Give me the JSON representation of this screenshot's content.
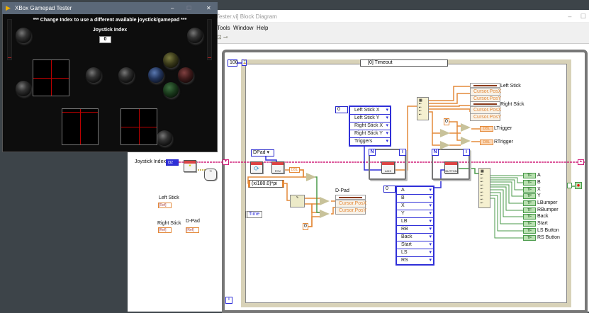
{
  "front_panel": {
    "title": "XBox Gamepad Tester",
    "instruction": "*** Change Index to use a different available joystick/gamepad ***",
    "joystick_index_label": "Joystick Index",
    "joystick_index_value": "0",
    "window_buttons": {
      "minimize": "–",
      "maximize": "☐",
      "close": "✕"
    }
  },
  "block_diagram": {
    "title": "Tester.vi] Block Diagram",
    "menu": [
      "Tools",
      "Window",
      "Help"
    ],
    "loop_timeout_const": "100",
    "event_case": "[0] Timeout",
    "joystick_index_label": "Joystick Index",
    "joystick_index_type": "I32",
    "left_stick_label": "Left Stick",
    "right_stick_label": "Right Stick",
    "dpad_label": "D-Pad",
    "ref_type": "[Ref]",
    "dpad_ring": "DPad",
    "formula": "(x/180.0)*pi",
    "time_label": "Time",
    "zero": "0",
    "dbl": "DBL",
    "cursor_posx": "Cursor.PosX",
    "cursor_posy": "Cursor.PosY",
    "axis_array_index": "0",
    "axis_items": [
      "Left Stick X",
      "Left Stick Y",
      "Right Stick X",
      "Right Stick Y",
      "Triggers"
    ],
    "button_array_index": "0",
    "button_items": [
      "A",
      "B",
      "X",
      "Y",
      "LB",
      "RB",
      "Back",
      "Start",
      "LS",
      "RS"
    ],
    "axis_vi": "AXIS",
    "button_vi": "BUTTON",
    "pov_vi": "POV",
    "joy_tag": "JOY",
    "n_label": "N",
    "i_label": "i",
    "ltrigger": "LTrigger",
    "rtrigger": "RTrigger",
    "bool_tf": "TF",
    "bool_indicators": [
      "A",
      "B",
      "X",
      "Y",
      "LBumper",
      "RBumper",
      "Back",
      "Start",
      "LS Button",
      "RS Button"
    ],
    "colors": {
      "error_wire": "#d0207a",
      "numeric_wire": "#e48a3a",
      "boolean_wire": "#4a9a4a",
      "enum_wire": "#2f2fd8"
    }
  }
}
